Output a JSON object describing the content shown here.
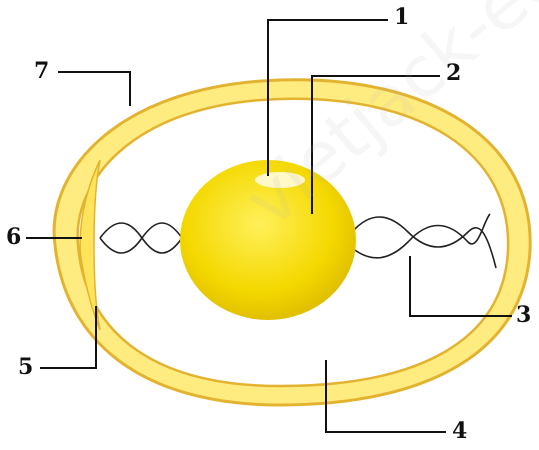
{
  "diagram": {
    "labels": {
      "l1": "1",
      "l2": "2",
      "l3": "3",
      "l4": "4",
      "l5": "5",
      "l6": "6",
      "l7": "7"
    },
    "watermark": "vietjack-education"
  },
  "colors": {
    "shell_outer": "#e9b93a",
    "shell_fill": "#fff1a8",
    "yolk": "#f4d800",
    "germ_disc": "#fff8c8",
    "air_sac": "#ffe97a",
    "lines": "#111111"
  }
}
